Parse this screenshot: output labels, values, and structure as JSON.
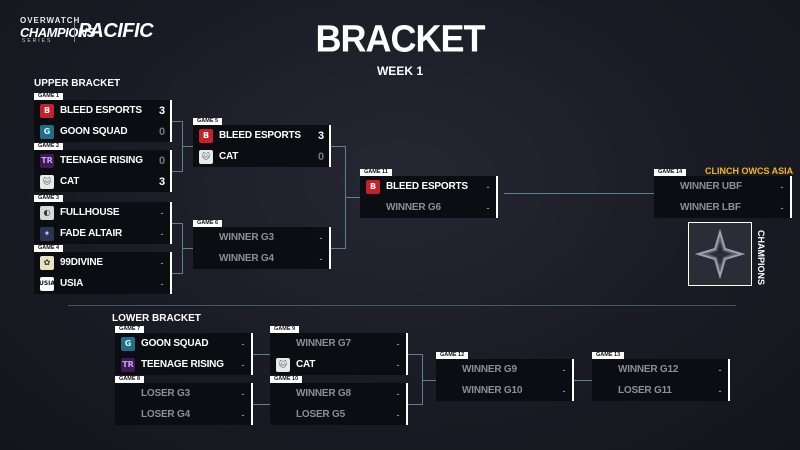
{
  "header": {
    "logo_top": "OVERWATCH",
    "logo_mid": "CHAMPIONS",
    "logo_bot": "SERIES",
    "region": "PACIFIC",
    "title": "BRACKET",
    "subtitle": "WEEK 1"
  },
  "upper": {
    "label": "UPPER BRACKET",
    "g1": {
      "label": "GAME 1",
      "t1": "BLEED ESPORTS",
      "s1": "3",
      "t2": "GOON SQUAD",
      "s2": "0"
    },
    "g2": {
      "label": "GAME 2",
      "t1": "TEENAGE RISING",
      "s1": "0",
      "t2": "CAT",
      "s2": "3"
    },
    "g3": {
      "label": "GAME 3",
      "t1": "FULLHOUSE",
      "s1": "-",
      "t2": "FADE ALTAIR",
      "s2": "-"
    },
    "g4": {
      "label": "GAME 4",
      "t1": "99DIVINE",
      "s1": "-",
      "t2": "USIA",
      "s2": "-"
    },
    "g5": {
      "label": "GAME 5",
      "t1": "BLEED ESPORTS",
      "s1": "3",
      "t2": "CAT",
      "s2": "0"
    },
    "g6": {
      "label": "GAME 6",
      "t1": "WINNER G3",
      "s1": "-",
      "t2": "WINNER G4",
      "s2": "-"
    },
    "g11": {
      "label": "GAME 11",
      "t1": "BLEED ESPORTS",
      "s1": "-",
      "t2": "WINNER G6",
      "s2": "-"
    },
    "g14": {
      "label": "GAME 14",
      "t1": "WINNER UBF",
      "s1": "-",
      "t2": "WINNER LBF",
      "s2": "-"
    }
  },
  "lower": {
    "label": "LOWER BRACKET",
    "g7": {
      "label": "GAME 7",
      "t1": "GOON SQUAD",
      "s1": "-",
      "t2": "TEENAGE RISING",
      "s2": "-"
    },
    "g8": {
      "label": "GAME 8",
      "t1": "LOSER G3",
      "s1": "-",
      "t2": "LOSER G4",
      "s2": "-"
    },
    "g9": {
      "label": "GAME 9",
      "t1": "WINNER G7",
      "s1": "-",
      "t2": "CAT",
      "s2": "-"
    },
    "g10": {
      "label": "GAME 10",
      "t1": "WINNER G8",
      "s1": "-",
      "t2": "LOSER G5",
      "s2": "-"
    },
    "g12": {
      "label": "GAME 12",
      "t1": "WINNER G9",
      "s1": "-",
      "t2": "WINNER G10",
      "s2": "-"
    },
    "g13": {
      "label": "GAME 13",
      "t1": "WINNER G12",
      "s1": "-",
      "t2": "LOSER G11",
      "s2": "-"
    }
  },
  "clinch": "CLINCH OWCS ASIA",
  "champions": "CHAMPIONS",
  "colors": {
    "line": "#5a7f96",
    "clinch": "#f4b51c",
    "bleed": "#c8202a"
  }
}
